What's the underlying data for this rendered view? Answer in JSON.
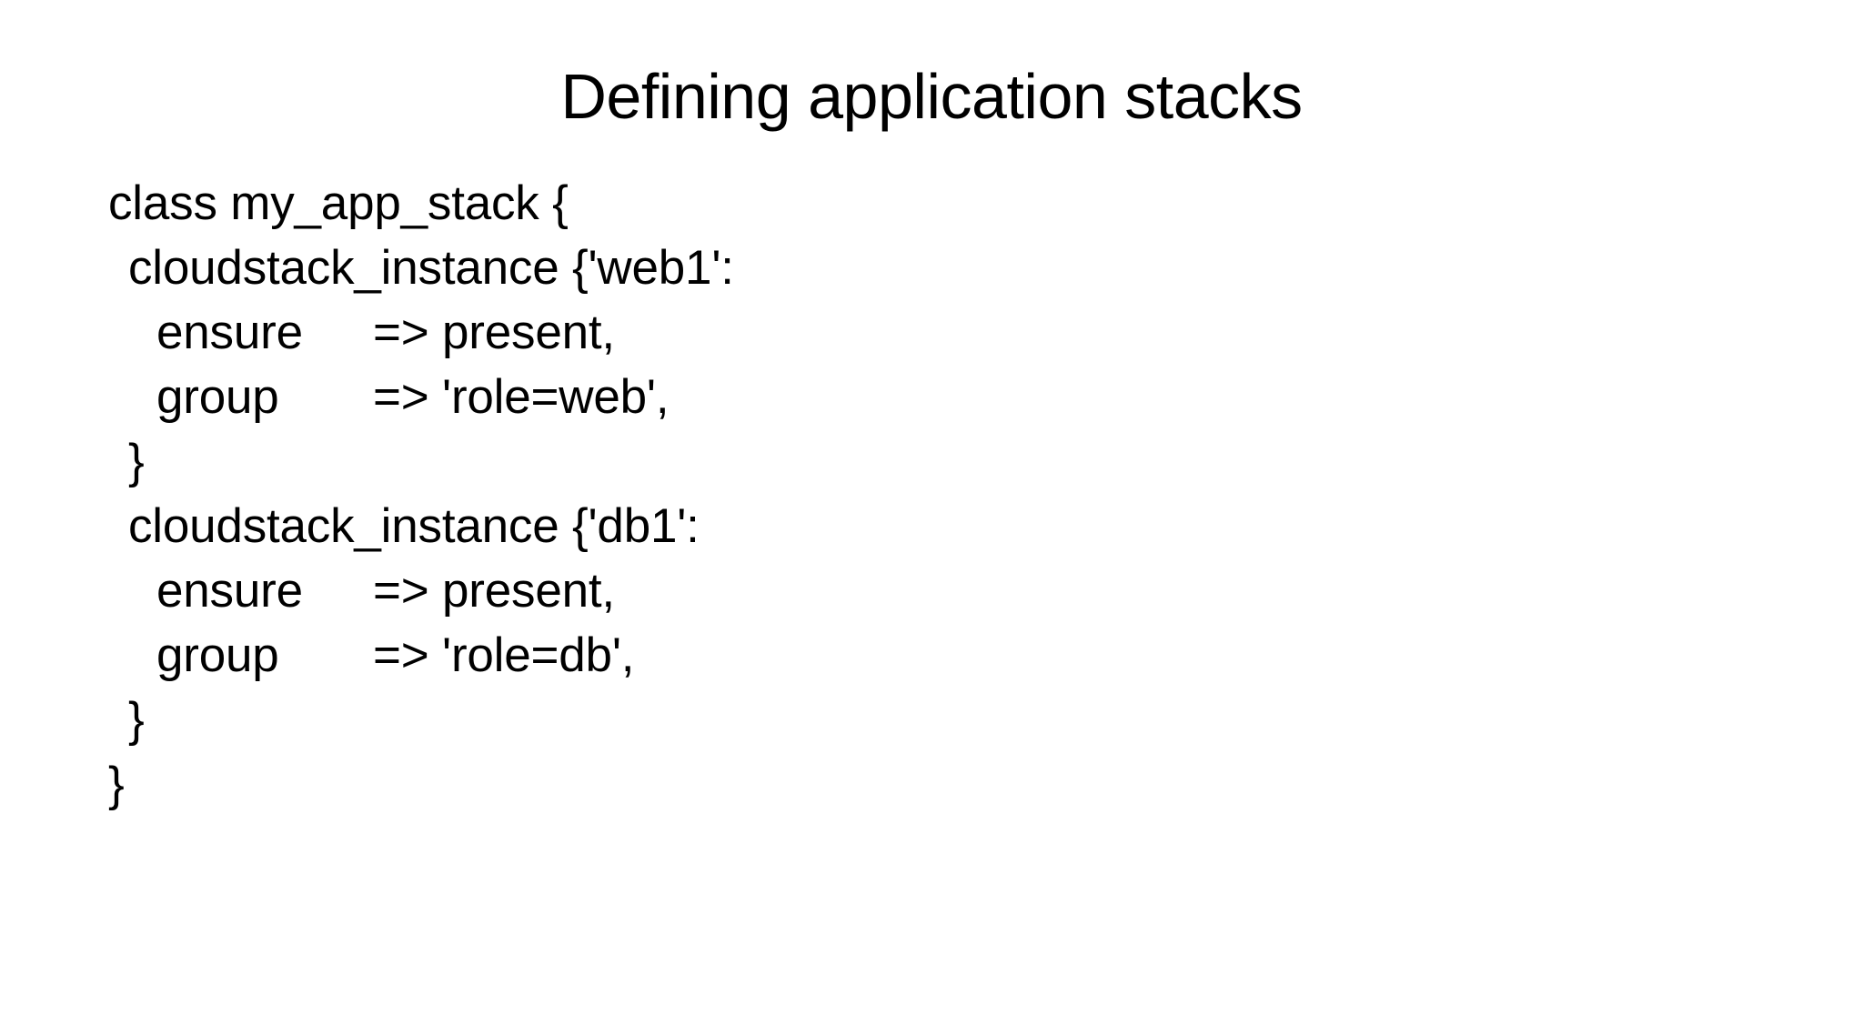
{
  "slide": {
    "title": "Defining application stacks",
    "background_color": "#ffffff",
    "text_color": "#000000"
  },
  "code": {
    "language": "puppet",
    "lines": [
      {
        "indent": 0,
        "text": "class my_app_stack {"
      },
      {
        "indent": 1,
        "text": "cloudstack_instance {'web1':"
      },
      {
        "indent": 2,
        "key": "ensure",
        "text": "=> present,"
      },
      {
        "indent": 2,
        "key": "group",
        "text": "=> 'role=web',"
      },
      {
        "indent": 1,
        "text": "}"
      },
      {
        "indent": 1,
        "text": "cloudstack_instance {'db1':"
      },
      {
        "indent": 2,
        "key": "ensure",
        "text": "=> present,"
      },
      {
        "indent": 2,
        "key": "group",
        "text": "=> 'role=db',"
      },
      {
        "indent": 1,
        "text": "}"
      },
      {
        "indent": 0,
        "text": "}"
      }
    ]
  }
}
